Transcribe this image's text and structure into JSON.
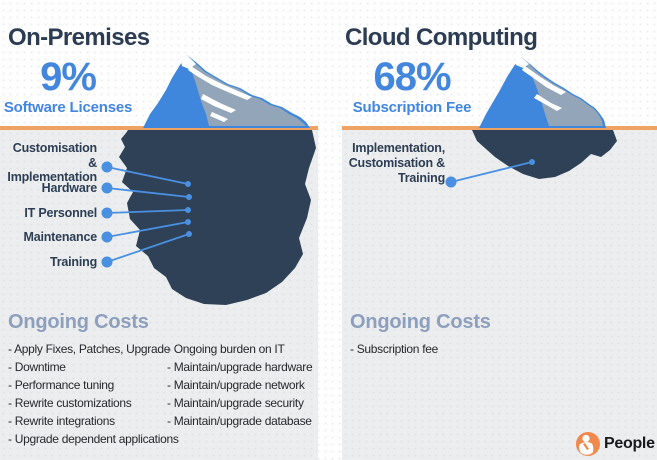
{
  "left": {
    "title": "On-Premises",
    "percent": "9%",
    "percent_label": "Software Licenses",
    "labels": [
      "Customisation & Implementation",
      "Hardware",
      "IT Personnel",
      "Maintenance",
      "Training"
    ],
    "ongoing_title": "Ongoing Costs",
    "costs_col1": [
      "- Apply Fixes, Patches, Upgrade",
      "- Downtime",
      "- Performance tuning",
      "- Rewrite customizations",
      "- Rewrite integrations",
      "- Upgrade dependent applications"
    ],
    "costs_col2": [
      "- Ongoing burden on IT",
      "- Maintain/upgrade hardware",
      "- Maintain/upgrade network",
      "- Maintain/upgrade security",
      "- Maintain/upgrade database"
    ]
  },
  "right": {
    "title": "Cloud Computing",
    "percent": "68%",
    "percent_label": "Subscription Fee",
    "labels": [
      "Implementation, Customisation & Training"
    ],
    "ongoing_title": "Ongoing Costs",
    "costs_col1": [
      "- Subscription fee"
    ]
  },
  "logo": {
    "text": "People",
    "icon": "person-in-circle-icon"
  },
  "colors": {
    "accent_blue": "#4287dd",
    "navy_text": "#2c3c52",
    "iceberg_navy": "#2e4156",
    "iceberg_blue": "#3f87dc",
    "iceberg_gray": "#93a5b9",
    "waterline_orange": "#f0a263",
    "muted_heading": "#8d9fbd",
    "panel_gray": "#ebedee",
    "logo_orange": "#f1884d"
  }
}
